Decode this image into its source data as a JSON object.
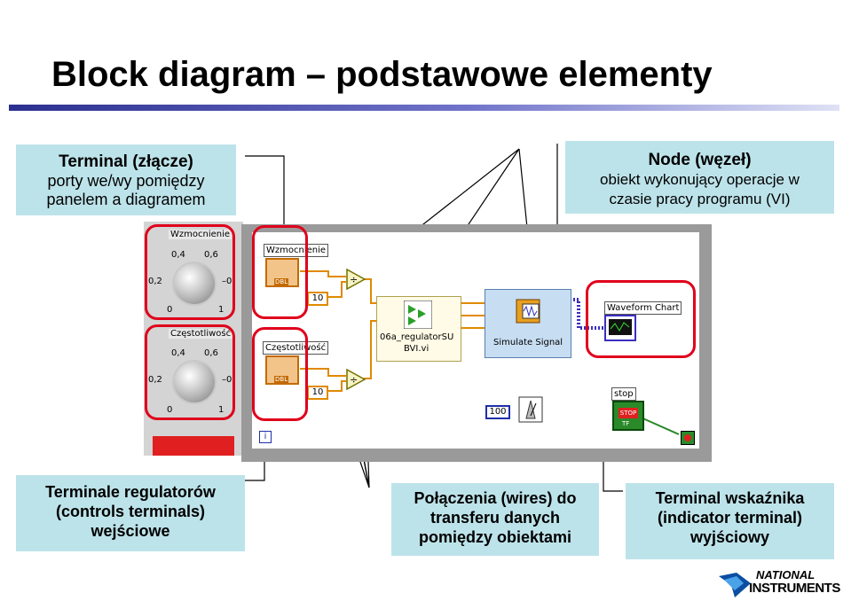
{
  "title": "Block diagram – podstawowe elementy",
  "boxes": {
    "terminal": {
      "heading": "Terminal (złącze)",
      "line1": "porty we/wy pomiędzy",
      "line2": "panelem a diagramem"
    },
    "node": {
      "heading": "Node (węzeł)",
      "line1": "obiekt wykonujący  operacje w",
      "line2": "czasie pracy programu (VI)"
    },
    "controls": {
      "line1": "Terminale regulatorów",
      "line2": "(controls terminals)",
      "line3": "wejściowe"
    },
    "wires": {
      "line1": "Połączenia (wires) do",
      "line2": "transferu danych",
      "line3": "pomiędzy obiektami"
    },
    "indicator": {
      "line1": "Terminal wskaźnika",
      "line2": "(indicator terminal)",
      "line3": "wyjściowy"
    }
  },
  "front_panel": {
    "knob1": {
      "label": "Wzmocnienie",
      "scale": [
        "0,4",
        "0,6",
        "0,2",
        "0",
        "0",
        "1"
      ]
    },
    "knob2": {
      "label": "Częstotliwość",
      "scale": [
        "0,4",
        "0,6",
        "0,2",
        "0",
        "0",
        "1"
      ]
    }
  },
  "block_diagram": {
    "ctrl1_label": "Wzmocnienie",
    "ctrl2_label": "Częstotliwość",
    "dbl": "DBL",
    "const1": "10",
    "const2": "10",
    "subvi_name": "06a_regulatorSU",
    "subvi_ext": "BVI.vi",
    "simulate": "Simulate Signal",
    "chart": "Waveform Chart",
    "stop": "stop",
    "stop_btn": "STOP",
    "tf": "TF",
    "wait_const": "100",
    "iter": "i"
  },
  "logo": {
    "line1": "NATIONAL",
    "line2": "INSTRUMENTS"
  },
  "colors": {
    "box_bg": "#bde3ea",
    "highlight": "#e0001b",
    "wire_num": "#e08a00",
    "wire_wave": "#3a2fbf"
  }
}
